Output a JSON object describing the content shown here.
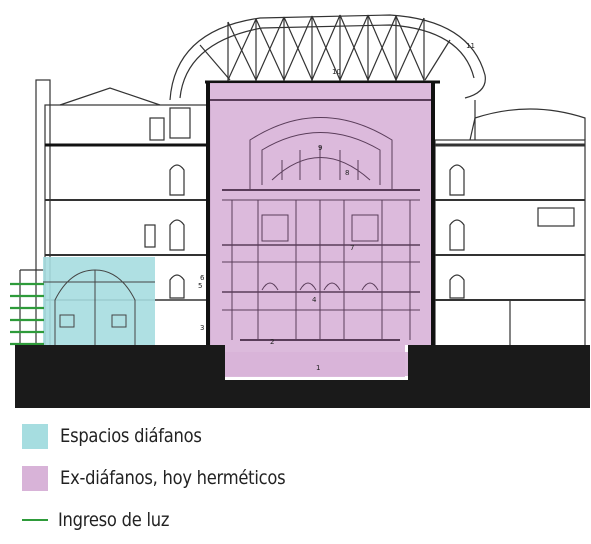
{
  "section": {
    "room_numbers": [
      "1",
      "2",
      "3",
      "4",
      "5",
      "6",
      "7",
      "8",
      "9",
      "10",
      "11"
    ],
    "colors": {
      "diafano": "#a6dde0",
      "hermetico": "#d8b3d8",
      "luz": "#2e9b3a",
      "ground": "#1a1a1a",
      "line": "#333333"
    }
  },
  "legend": {
    "items": [
      {
        "label": "Espacios diáfanos",
        "color": "#a6dde0",
        "kind": "swatch"
      },
      {
        "label": "Ex-diáfanos, hoy herméticos",
        "color": "#d8b3d8",
        "kind": "swatch"
      },
      {
        "label": "Ingreso de luz",
        "color": "#2e9b3a",
        "kind": "line"
      }
    ]
  }
}
